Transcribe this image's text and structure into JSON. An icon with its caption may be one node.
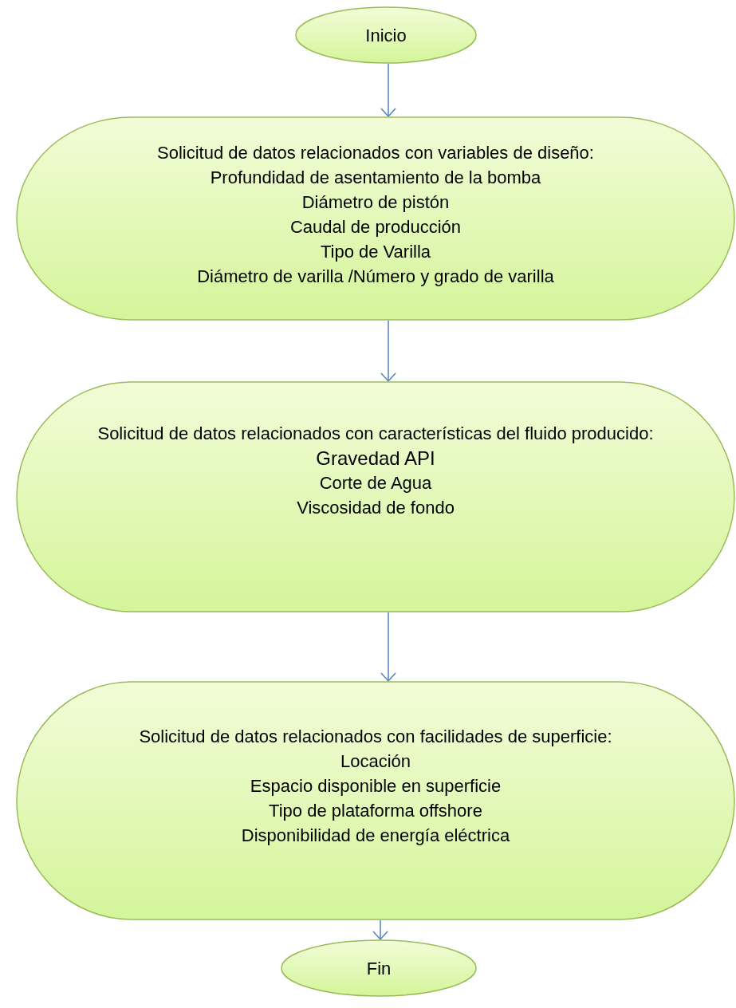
{
  "diagram": {
    "nodes": [
      {
        "text": [
          "Inicio"
        ]
      },
      {
        "text": [
          "Solicitud de datos relacionados con variables de diseño:",
          "Profundidad de asentamiento de la bomba",
          "Diámetro de pistón",
          "Caudal de producción",
          "Tipo de Varilla",
          "Diámetro de varilla /Número y grado de varilla"
        ]
      },
      {
        "text": [
          "Solicitud de datos relacionados con características del fluido producido:",
          "Gravedad API",
          "Corte de Agua",
          "Viscosidad de fondo"
        ]
      },
      {
        "text": [
          "Solicitud de datos relacionados con facilidades de superficie:",
          "Locación",
          "Espacio disponible en superficie",
          "Tipo de plataforma offshore",
          "Disponibilidad de energía eléctrica"
        ]
      },
      {
        "text": [
          "Fin"
        ]
      }
    ],
    "edges": [
      {
        "from": 0,
        "to": 1,
        "arrow": "to"
      },
      {
        "from": 1,
        "to": 2,
        "arrow": "to"
      },
      {
        "from": 2,
        "to": 3,
        "arrow": "to"
      },
      {
        "from": 3,
        "to": 4,
        "arrow": "to"
      }
    ]
  }
}
